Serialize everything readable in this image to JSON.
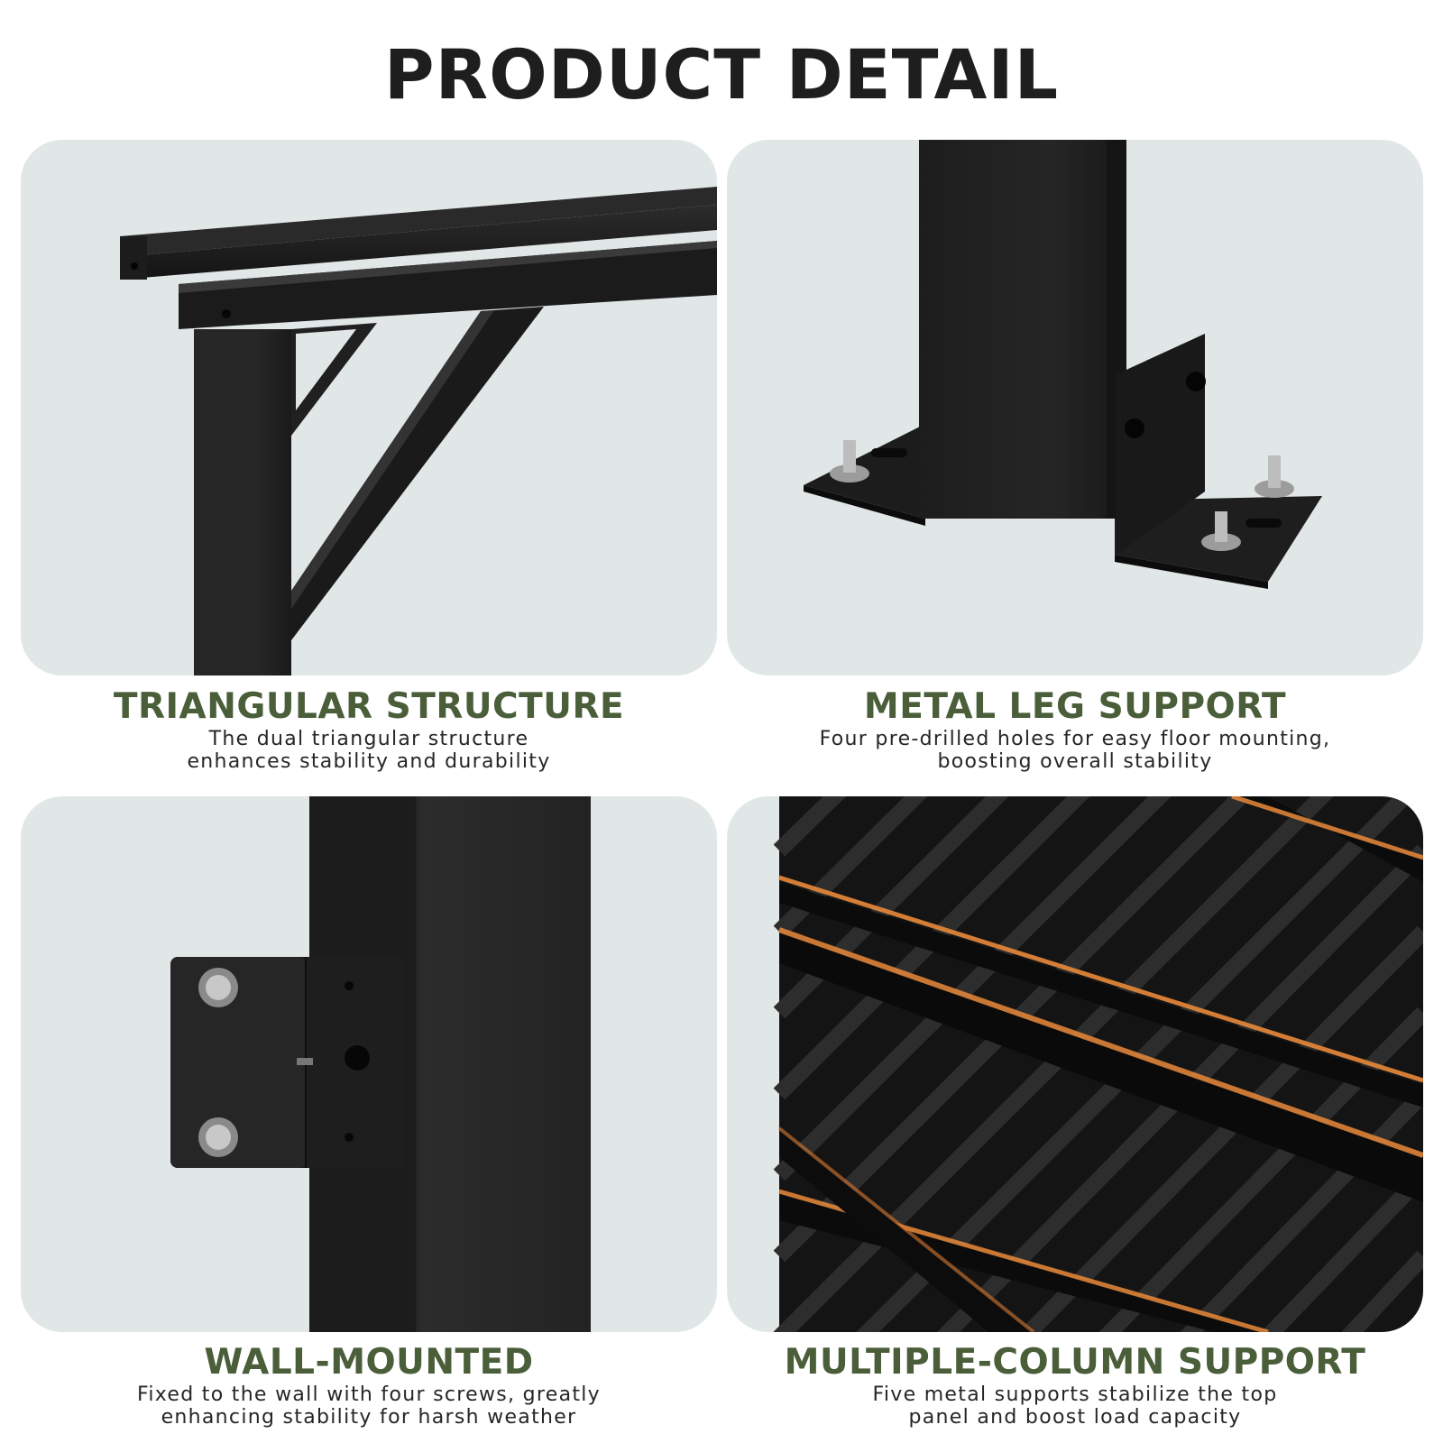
{
  "title": "PRODUCT DETAIL",
  "features": [
    {
      "heading": "TRIANGULAR STRUCTURE",
      "description": [
        "The dual triangular structure",
        "enhances stability and durability"
      ],
      "image": "pergola-corner-triangular-brace"
    },
    {
      "heading": "METAL LEG SUPPORT",
      "description": [
        "Four pre-drilled holes for easy floor mounting,",
        "boosting overall stability"
      ],
      "image": "post-base-plate-with-bolts"
    },
    {
      "heading": "WALL-MOUNTED",
      "description": [
        "Fixed to the wall with four screws, greatly",
        "enhancing stability for harsh weather"
      ],
      "image": "wall-mount-bracket-with-bolts"
    },
    {
      "heading": "MULTIPLE-COLUMN SUPPORT",
      "description": [
        "Five metal supports stabilize the top",
        "panel and boost load capacity"
      ],
      "image": "louvered-roof-with-led-strips"
    }
  ],
  "colors": {
    "background": "#ffffff",
    "card": "#e1e6e7",
    "heading": "#4a5e3a",
    "title": "#1e1e1e",
    "metal": "#1f1f1f",
    "led": "#e8893a"
  }
}
